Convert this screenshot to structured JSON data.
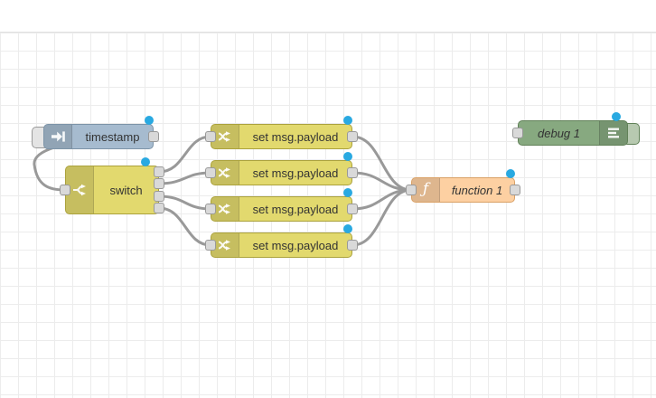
{
  "nodes": [
    {
      "id": "timestamp",
      "type": "inject",
      "label": "timestamp",
      "icon": "inject-arrow-icon",
      "color": "#a6bbcf",
      "modified": true,
      "has_button": "inject-button"
    },
    {
      "id": "switch",
      "type": "switch",
      "label": "switch",
      "icon": "switch-fork-icon",
      "color": "#e2d96e",
      "outputs": 4,
      "modified": true
    },
    {
      "id": "change-1",
      "type": "change",
      "label": "set msg.payload",
      "icon": "swap-arrows-icon",
      "color": "#e2d96e",
      "modified": true
    },
    {
      "id": "change-2",
      "type": "change",
      "label": "set msg.payload",
      "icon": "swap-arrows-icon",
      "color": "#e2d96e",
      "modified": true
    },
    {
      "id": "change-3",
      "type": "change",
      "label": "set msg.payload",
      "icon": "swap-arrows-icon",
      "color": "#e2d96e",
      "modified": true
    },
    {
      "id": "change-4",
      "type": "change",
      "label": "set msg.payload",
      "icon": "swap-arrows-icon",
      "color": "#e2d96e",
      "modified": true
    },
    {
      "id": "function-1",
      "type": "function",
      "label": "function 1",
      "icon": "function-f-icon",
      "color": "#fdd0a2",
      "modified": true
    },
    {
      "id": "debug-1",
      "type": "debug",
      "label": "debug 1",
      "icon": "debug-list-icon",
      "color": "#87a980",
      "modified": true,
      "has_button": "debug-toggle-button"
    }
  ],
  "glyphs": {
    "function_icon": "ƒ"
  },
  "colors": {
    "wire": "#999999",
    "port_fill": "#d9d9d9",
    "port_border": "#999999",
    "modified_dot": "#29a9e1",
    "grid_line": "#ececec",
    "background": "#ffffff",
    "inject_node": "#a6bbcf",
    "switch_change_node": "#e2d96e",
    "function_node": "#fdd0a2",
    "debug_node": "#87a980"
  },
  "connections": [
    {
      "from": "timestamp",
      "to": "switch"
    },
    {
      "from": "switch:out1",
      "to": "change-1"
    },
    {
      "from": "switch:out2",
      "to": "change-2"
    },
    {
      "from": "switch:out3",
      "to": "change-3"
    },
    {
      "from": "switch:out4",
      "to": "change-4"
    },
    {
      "from": "change-1",
      "to": "function-1"
    },
    {
      "from": "change-2",
      "to": "function-1"
    },
    {
      "from": "change-3",
      "to": "function-1"
    },
    {
      "from": "change-4",
      "to": "function-1"
    }
  ]
}
